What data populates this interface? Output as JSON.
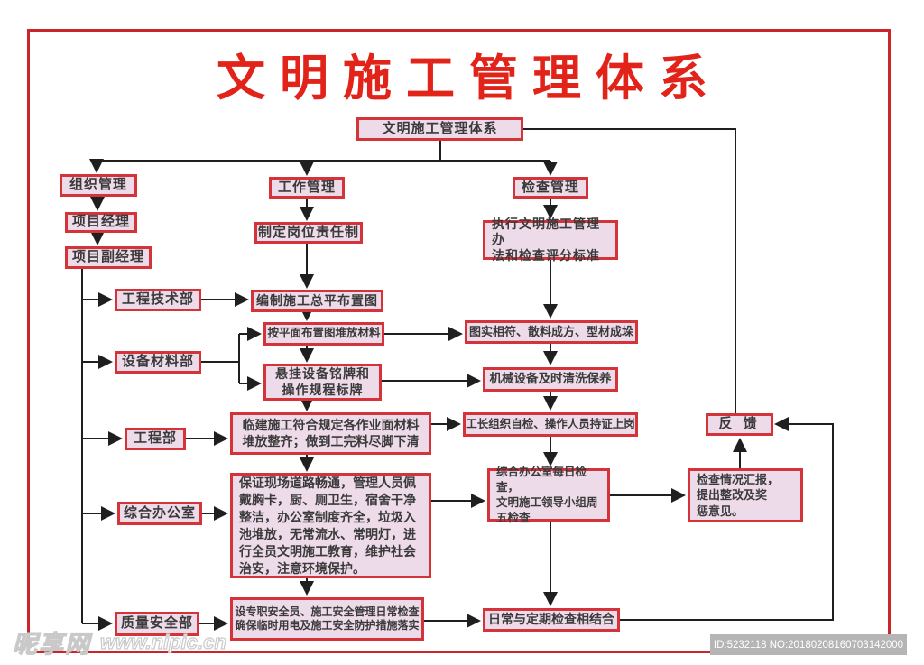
{
  "poster": {
    "title": "文明施工管理体系"
  },
  "colors": {
    "title_red": "#e2231a",
    "frame_red": "#c9252b",
    "box_fill": "#eedbe9",
    "box_border": "#d5333a",
    "connector_line": "#1f1f1f"
  },
  "nodes": {
    "root": "文明施工管理体系",
    "org_mgmt": "组织管理",
    "project_manager": "项目经理",
    "deputy_project_manager": "项目副经理",
    "work_mgmt": "工作管理",
    "post_responsibility": "制定岗位责任制",
    "inspection_mgmt": "检查管理",
    "exec_standards": "执行文明施工管理办\n法和检查评分标准",
    "eng_tech_dept": "工程技术部",
    "compile_site_plan": "编制施工总平布置图",
    "stack_by_plan": "按平面布置图堆放材料",
    "equip_material_dept": "设备材料部",
    "hang_nameplates": "悬挂设备铭牌和\n操作规程标牌",
    "eng_dept": "工程部",
    "temp_construction": "临建施工符合规定各作业面材料\n堆放整齐；做到工完料尽脚下清",
    "site_upkeep": "保证现场道路畅通，管理人员佩\n戴胸卡，厨、厕卫生，宿舍干净\n整洁，办公室制度齐全，垃圾入\n池堆放，无常流水、常明灯，进\n行全员文明施工教育，维护社会\n治安，注意环境保护。",
    "general_office": "综合办公室",
    "quality_safety_dept": "质量安全部",
    "safety_officer": "设专职安全员、施工安全管理日常检查\n确保临时用电及施工安全防护措施落实",
    "match_reality": "图实相符、散料成方、型材成垛",
    "machine_maintenance": "机械设备及时清洗保养",
    "foreman_self_check": "工长组织自检、操作人员持证上岗",
    "office_daily_check": "综合办公室每日检查，\n文明施工领导小组周\n五检查",
    "daily_periodic_check": "日常与定期检查相结合",
    "feedback": "反 馈",
    "inspection_report": "检查情况汇报，\n提出整改及奖\n惩意见。"
  },
  "watermark": {
    "brand": "昵享网",
    "url": "www.nipic.cn"
  },
  "stamp": {
    "text": "ID:5232118 NO:20180208160703142000"
  }
}
